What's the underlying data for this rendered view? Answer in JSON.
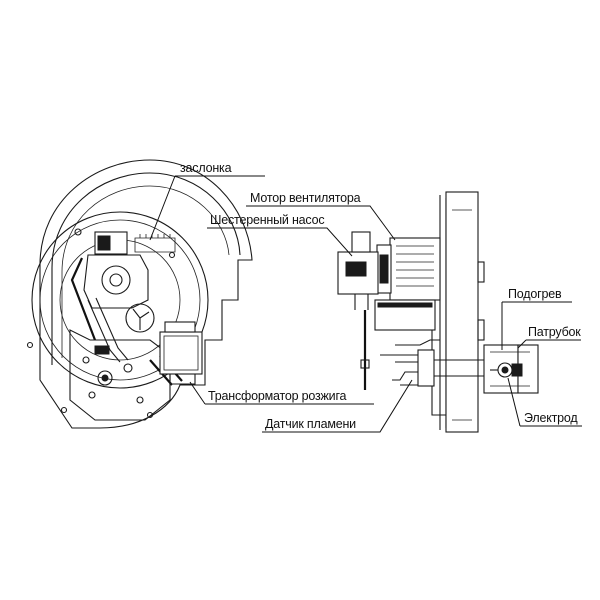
{
  "labels": {
    "zaslonka": "заслонка",
    "motor": "Мотор вентилятора",
    "pump": "Шестеренный насос",
    "transformer": "Трансформатор розжига",
    "flame_sensor": "Датчик пламени",
    "preheat": "Подогрев",
    "nozzle": "Патрубок",
    "electrode": "Электрод"
  }
}
